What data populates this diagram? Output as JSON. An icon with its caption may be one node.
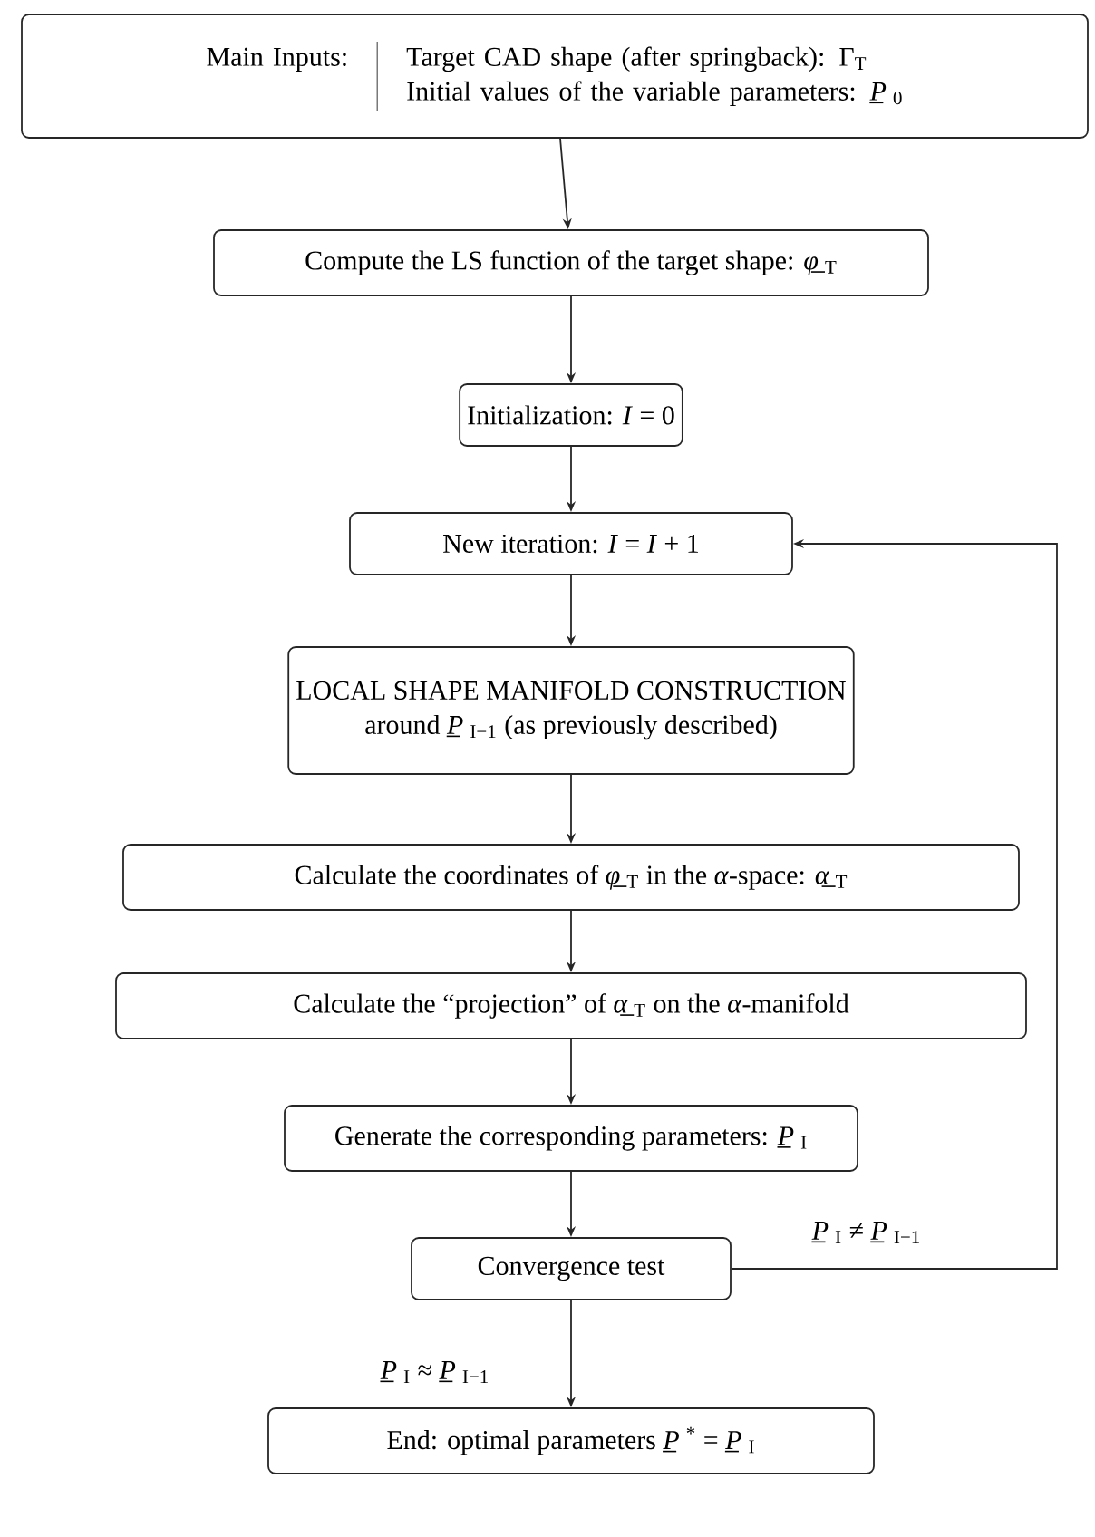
{
  "diagram": {
    "nodes": [
      {
        "text": [
          "Main Inputs:",
          "Target CAD shape (after springback): Γ$_{T}$",
          "Initial values of the variable parameters: *P̲*$_{0}$"
        ]
      },
      {
        "text": [
          "Compute the LS function of the target shape: *φ̲*$_{T}$"
        ]
      },
      {
        "text": [
          "Initialization: *I* = 0"
        ]
      },
      {
        "text": [
          "New iteration: *I* = *I* + 1"
        ]
      },
      {
        "text": [
          "LOCAL SHAPE MANIFOLD CONSTRUCTION",
          "around *P̲*$_{I−1}$ (as previously described)"
        ]
      },
      {
        "text": [
          "Calculate the coordinates of *φ̲*$_{T}$ in the *α*-space: *α̲*$_{T}$"
        ]
      },
      {
        "text": [
          "Calculate the “projection” of *α̲*$_{T}$ on the *α*-manifold"
        ]
      },
      {
        "text": [
          "Generate the corresponding parameters: *P̲*$_{I}$"
        ]
      },
      {
        "text": [
          "Convergence test"
        ]
      },
      {
        "text": [
          "End: optimal parameters *P̲*$^{*}$ = *P̲*$_{I}$"
        ]
      }
    ],
    "edges": [
      {
        "from": 0,
        "to": 1,
        "arrow": "to"
      },
      {
        "from": 1,
        "to": 2,
        "arrow": "to"
      },
      {
        "from": 2,
        "to": 3,
        "arrow": "to"
      },
      {
        "from": 3,
        "to": 4,
        "arrow": "to"
      },
      {
        "from": 4,
        "to": 5,
        "arrow": "to"
      },
      {
        "from": 5,
        "to": 6,
        "arrow": "to"
      },
      {
        "from": 6,
        "to": 7,
        "arrow": "to"
      },
      {
        "from": 7,
        "to": 8,
        "arrow": "to"
      },
      {
        "from": 8,
        "to": 3,
        "arrow": "to",
        "label": "*P̲*$_{I}$ ≠ *P̲*$_{I−1}$"
      },
      {
        "from": 8,
        "to": 9,
        "arrow": "to",
        "label": "*P̲*$_{I}$ ≈ *P̲*$_{I−1}$"
      }
    ]
  }
}
